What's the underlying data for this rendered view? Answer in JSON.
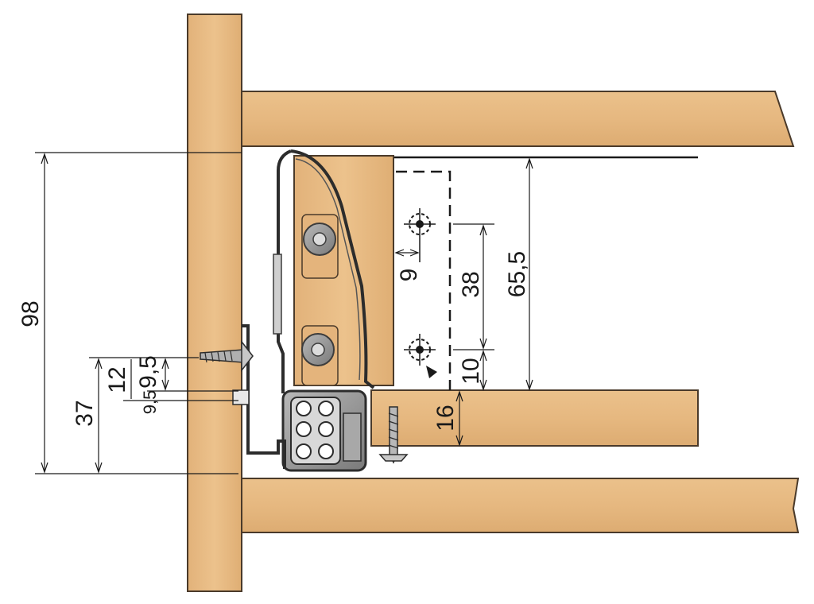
{
  "diagram": {
    "dimensions": {
      "total_height": "98",
      "bottom_offset": "37",
      "upper_offset": "12",
      "screw_offset": "9,5",
      "screw_offset_lower": "9,5",
      "hole_inset": "9",
      "hole_spacing": "38",
      "side_height": "65,5",
      "bottom_hole_offset": "10",
      "bottom_thickness": "16"
    },
    "colors": {
      "wood": "#e8bb82",
      "wood_edge": "#5a4a3a",
      "metal": "#8a8a8a",
      "metal_dark": "#3c3c3c",
      "lines": "#1a1a1a"
    }
  }
}
